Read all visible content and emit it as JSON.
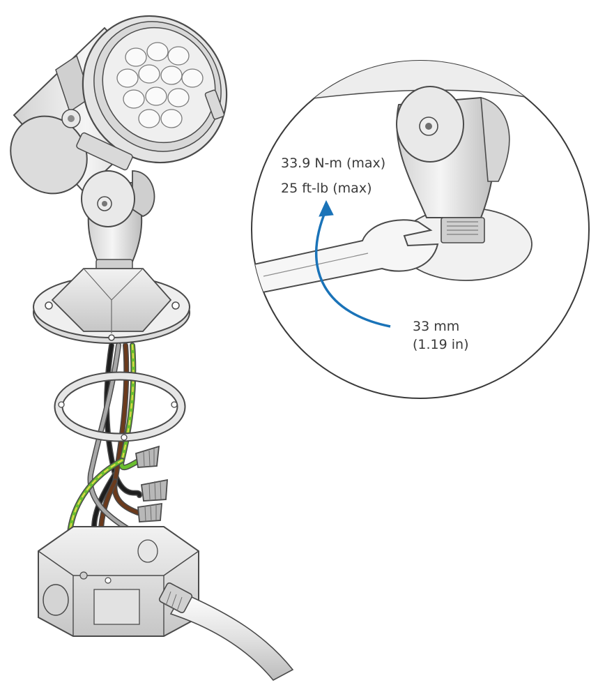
{
  "callout": {
    "torque_nm": "33.9 N-m (max)",
    "torque_ftlb": "25 ft-lb (max)",
    "wrench_size_mm": "33 mm",
    "wrench_size_in": "(1.19 in)"
  },
  "colors": {
    "outline": "#4a4a4a",
    "metal": "#e6e6e6",
    "metal_shade": "#c9c9c9",
    "arrow": "#1a73b8",
    "wire_brown": "#6b3a1c",
    "wire_black": "#1e1e1e",
    "wire_gray": "#a8a8a8",
    "wire_green": "#6abf2f",
    "wire_yellow": "#e8d84a"
  }
}
